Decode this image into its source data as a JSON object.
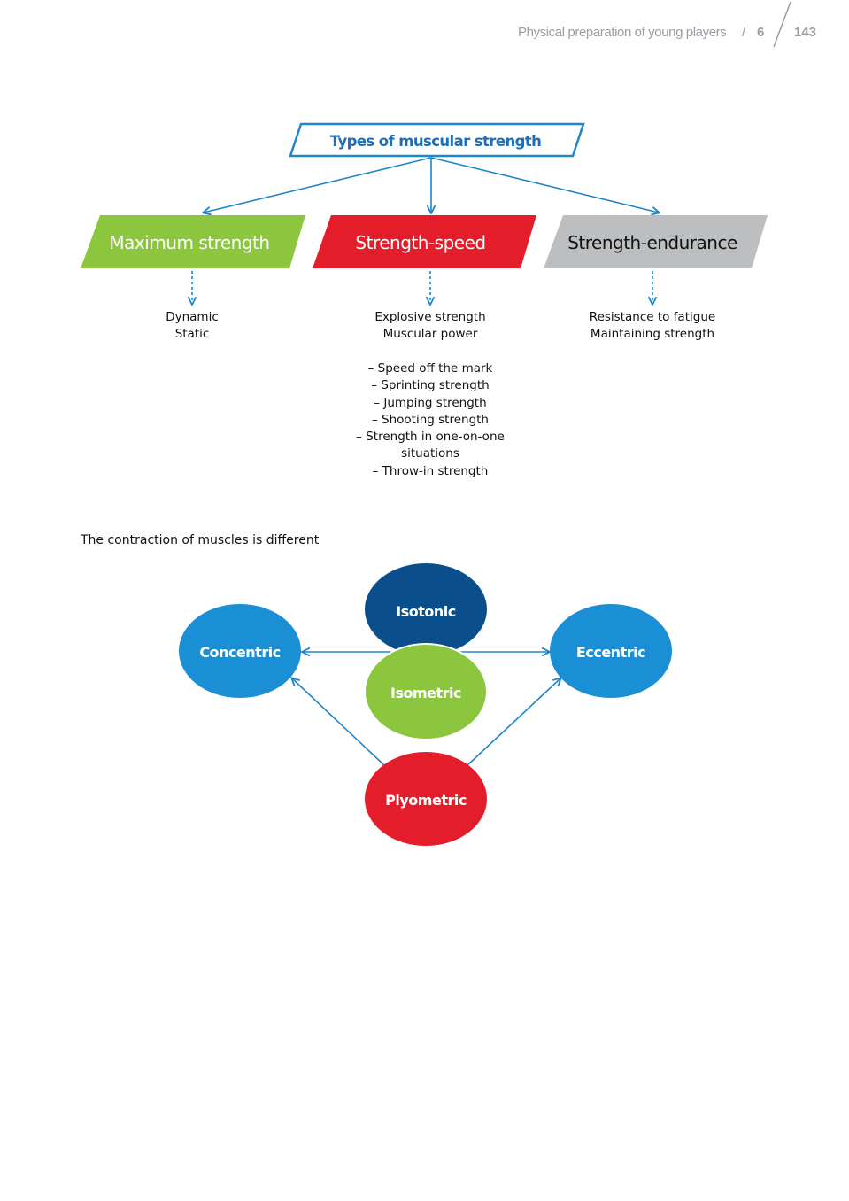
{
  "header": {
    "running_title": "Physical preparation of young players",
    "separator": "/",
    "chapter": "6",
    "page_number": "143"
  },
  "colors": {
    "blue": "#1a8fd6",
    "outline_blue": "#1f86c8",
    "green": "#8cc63f",
    "red": "#e31e2a",
    "grey": "#bcbec0",
    "dark_blue": "#0a4f8c"
  },
  "strength_types": {
    "title": "Types of muscular strength",
    "categories": [
      {
        "label": "Maximum strength",
        "color": "green",
        "items": [
          "Dynamic",
          "Static"
        ]
      },
      {
        "label": "Strength-speed",
        "color": "red",
        "items": [
          "Explosive strength",
          "Muscular power"
        ],
        "sub_items": [
          "– Speed off the mark",
          "– Sprinting strength",
          "– Jumping strength",
          "– Shooting strength",
          "– Strength in one-on-one",
          "situations",
          "– Throw-in strength"
        ]
      },
      {
        "label": "Strength-endurance",
        "color": "grey",
        "items": [
          "Resistance to fatigue",
          "Maintaining strength"
        ]
      }
    ]
  },
  "contraction": {
    "caption": "The contraction of muscles is different",
    "nodes": {
      "isotonic": "Isotonic",
      "isometric": "Isometric",
      "concentric": "Concentric",
      "eccentric": "Eccentric",
      "plyometric": "Plyometric"
    }
  }
}
